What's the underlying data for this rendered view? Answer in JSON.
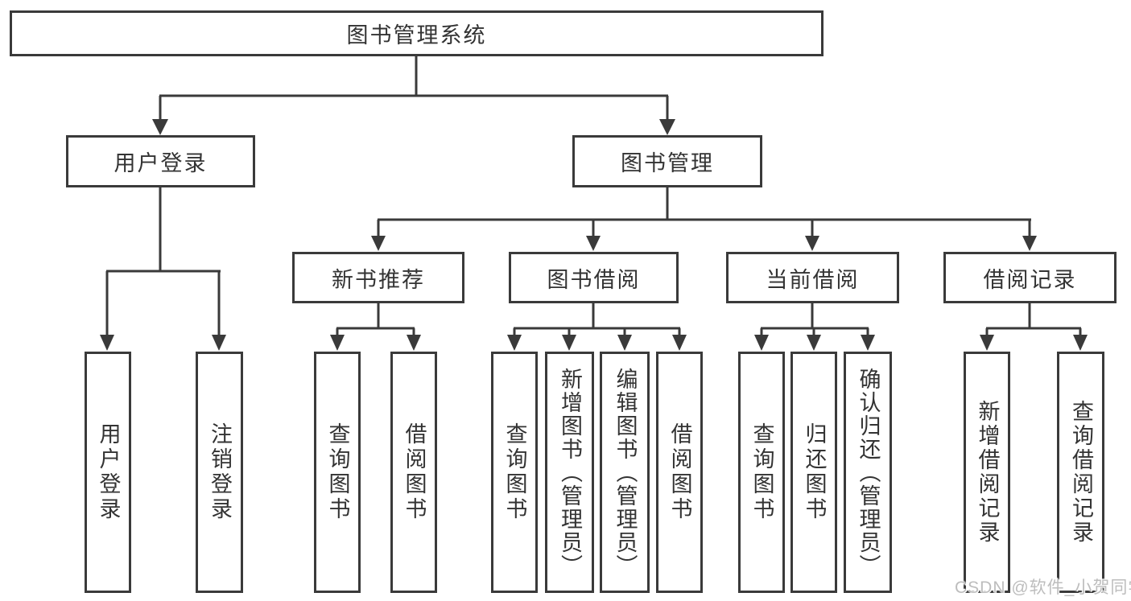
{
  "tree": {
    "root": {
      "label": "图书管理系统"
    },
    "level2": [
      {
        "id": "user-login",
        "label": "用户登录"
      },
      {
        "id": "book-mgmt",
        "label": "图书管理"
      }
    ],
    "level3": [
      {
        "id": "new-book-recommend",
        "label": "新书推荐",
        "parent": "图书管理"
      },
      {
        "id": "book-borrow",
        "label": "图书借阅",
        "parent": "图书管理"
      },
      {
        "id": "current-borrow",
        "label": "当前借阅",
        "parent": "图书管理"
      },
      {
        "id": "borrow-record",
        "label": "借阅记录",
        "parent": "图书管理"
      }
    ],
    "leaves": [
      {
        "label": "用户登录",
        "parent": "用户登录"
      },
      {
        "label": "注销登录",
        "parent": "用户登录"
      },
      {
        "label": "查询图书",
        "parent": "新书推荐"
      },
      {
        "label": "借阅图书",
        "parent": "新书推荐"
      },
      {
        "label": "查询图书",
        "parent": "图书借阅"
      },
      {
        "label": "新增图书（管理员）",
        "parent": "图书借阅"
      },
      {
        "label": "编辑图书（管理员）",
        "parent": "图书借阅"
      },
      {
        "label": "借阅图书",
        "parent": "图书借阅"
      },
      {
        "label": "查询图书",
        "parent": "当前借阅"
      },
      {
        "label": "归还图书",
        "parent": "当前借阅"
      },
      {
        "label": "确认归还（管理员）",
        "parent": "当前借阅"
      },
      {
        "label": "新增借阅记录",
        "parent": "借阅记录"
      },
      {
        "label": "查询借阅记录",
        "parent": "借阅记录"
      }
    ]
  },
  "watermark": {
    "text": "CSDN @软件_小贺同学"
  },
  "colors": {
    "line": "#3a3a3a",
    "text": "#333333",
    "background": "#ffffff",
    "watermark": "#bdbdbd"
  }
}
